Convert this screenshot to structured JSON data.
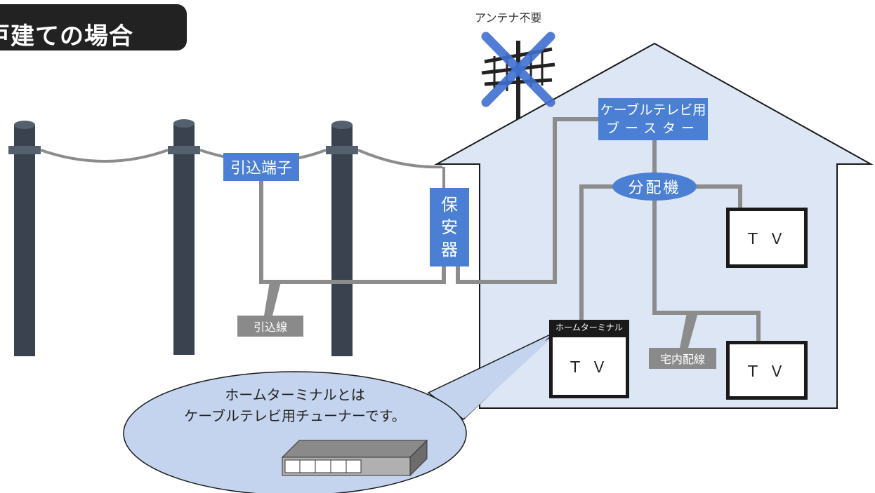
{
  "title": "戸建ての場合",
  "antenna_label": "アンテナ不要",
  "lead_in_terminal": "引込端子",
  "protector": "保\n安\n器",
  "booster": {
    "line1": "ケーブルテレビ用",
    "line2": "ブースター"
  },
  "splitter": "分配機",
  "tv_labels": [
    "ＴＶ",
    "ＴＶ",
    "ＴＶ"
  ],
  "home_terminal": "ホームターミナル",
  "lead_in_wire": "引込線",
  "indoor_wiring": "宅内配線",
  "bubble": {
    "line1": "ホームターミナルとは",
    "line2": "ケーブルテレビ用チューナーです。"
  },
  "colors": {
    "house": "#dde6f4",
    "blue": "#4a7fd4",
    "cable": "#8c8c8c",
    "pole": "#3a4250"
  }
}
